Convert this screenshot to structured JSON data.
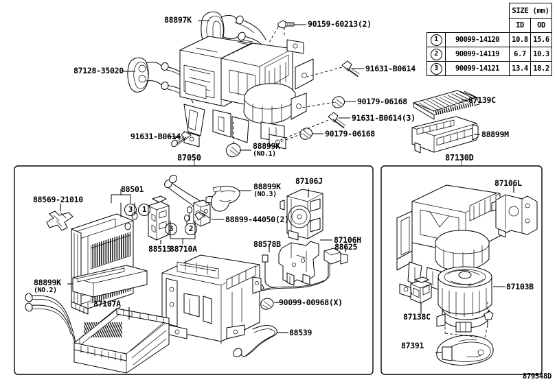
{
  "diagram": {
    "code": "879548D",
    "panels": [
      {
        "id": "panel-87050",
        "caption": "87050"
      },
      {
        "id": "panel-87130D",
        "caption": "87130D"
      }
    ]
  },
  "spec_table": {
    "header_size": "SIZE (mm)",
    "col_id": "ID",
    "col_od": "OD",
    "rows": [
      {
        "ref": "1",
        "part_number": "90099-14120",
        "id": "10.8",
        "od": "15.6"
      },
      {
        "ref": "2",
        "part_number": "90099-14119",
        "id": "6.7",
        "od": "10.3"
      },
      {
        "ref": "3",
        "part_number": "90099-14121",
        "id": "13.4",
        "od": "18.2"
      }
    ]
  },
  "labels": {
    "top": [
      {
        "name": "label-88897K",
        "text": "88897K"
      },
      {
        "name": "label-87128-35020",
        "text": "87128-35020"
      },
      {
        "name": "label-90159-60213",
        "text": "90159-60213(2)"
      },
      {
        "name": "label-91631-B0614-right",
        "text": "91631-B0614"
      },
      {
        "name": "label-90179-06168-upper",
        "text": "90179-06168"
      },
      {
        "name": "label-91631-B0614-3",
        "text": "91631-B0614(3)"
      },
      {
        "name": "label-90179-06168-lower",
        "text": "90179-06168"
      },
      {
        "name": "label-91631-B0614-left",
        "text": "91631-B0614"
      },
      {
        "name": "label-88899K-no1",
        "text": "88899K",
        "sub": "(NO.1)"
      },
      {
        "name": "label-87139C",
        "text": "87139C"
      },
      {
        "name": "label-88899M",
        "text": "88899M"
      }
    ],
    "left_panel": [
      {
        "name": "label-88569-21010",
        "text": "88569-21010"
      },
      {
        "name": "label-88501",
        "text": "88501"
      },
      {
        "name": "label-88515",
        "text": "88515"
      },
      {
        "name": "label-88710A",
        "text": "88710A"
      },
      {
        "name": "label-88899K-no3",
        "text": "88899K",
        "sub": "(NO.3)"
      },
      {
        "name": "label-88899-44050",
        "text": "88899-44050(2)"
      },
      {
        "name": "label-87106J",
        "text": "87106J"
      },
      {
        "name": "label-88578B",
        "text": "88578B"
      },
      {
        "name": "label-87106H",
        "text": "87106H"
      },
      {
        "name": "label-88625",
        "text": "88625"
      },
      {
        "name": "label-88899K-no2",
        "text": "88899K",
        "sub": "(NO.2)"
      },
      {
        "name": "label-87107A",
        "text": "87107A"
      },
      {
        "name": "label-90099-00968",
        "text": "90099-00968(X)"
      },
      {
        "name": "label-88539",
        "text": "88539"
      }
    ],
    "right_panel": [
      {
        "name": "label-87106L",
        "text": "87106L"
      },
      {
        "name": "label-87103B",
        "text": "87103B"
      },
      {
        "name": "label-87138C",
        "text": "87138C"
      },
      {
        "name": "label-87391",
        "text": "87391"
      }
    ]
  },
  "ref_markers": [
    {
      "name": "ref-marker-88501-3",
      "text": "3"
    },
    {
      "name": "ref-marker-88501-1",
      "text": "1"
    },
    {
      "name": "ref-marker-88710A-3",
      "text": "3"
    },
    {
      "name": "ref-marker-88710A-2",
      "text": "2"
    }
  ]
}
